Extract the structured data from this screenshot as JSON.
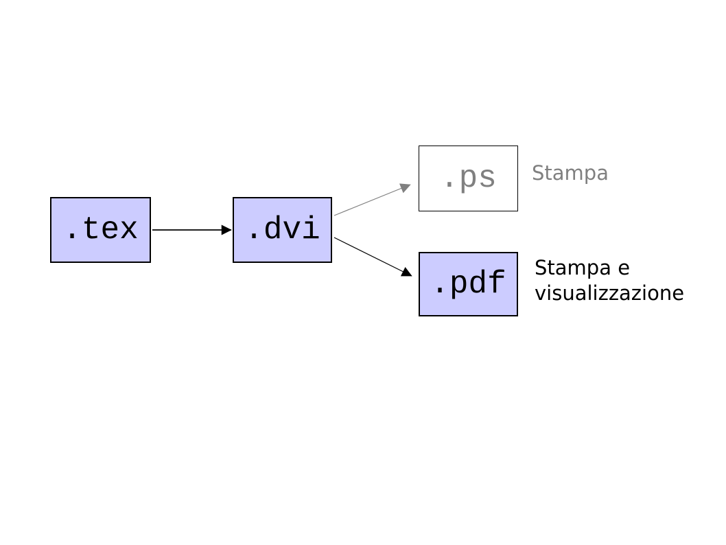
{
  "diagram": {
    "background_color": "#ffffff",
    "node_fill_color": "#ccccff",
    "node_border_color": "#000000",
    "text_color": "#000000",
    "muted_color": "#808080",
    "nodes": [
      {
        "id": "tex",
        "label": ".tex",
        "style": "filled"
      },
      {
        "id": "dvi",
        "label": ".dvi",
        "style": "filled"
      },
      {
        "id": "ps",
        "label": ".ps",
        "style": "outline-muted"
      },
      {
        "id": "pdf",
        "label": ".pdf",
        "style": "filled"
      }
    ],
    "edges": [
      {
        "from": "tex",
        "to": "dvi",
        "color": "#000000"
      },
      {
        "from": "dvi",
        "to": "ps",
        "color": "#808080"
      },
      {
        "from": "dvi",
        "to": "pdf",
        "color": "#000000"
      }
    ],
    "captions": [
      {
        "for": "ps",
        "color": "#808080",
        "lines": [
          "Stampa"
        ]
      },
      {
        "for": "pdf",
        "color": "#000000",
        "lines": [
          "Stampa e",
          "visualizzazione"
        ]
      }
    ]
  }
}
